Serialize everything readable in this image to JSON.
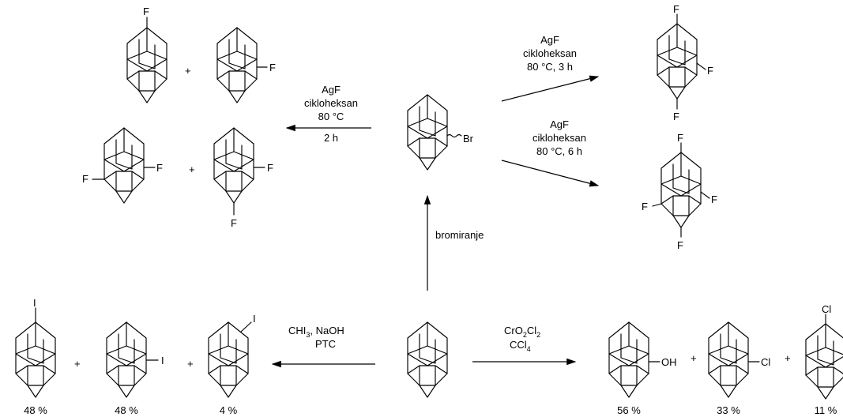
{
  "center_reagent": {
    "bromine_label": "Br"
  },
  "arrows": {
    "left_mono": {
      "line1": "AgF",
      "line2": "cikloheksan",
      "line3": "80 °C",
      "line4": "2 h"
    },
    "right_upper": {
      "line1": "AgF",
      "line2": "cikloheksan",
      "line3": "80 °C, 3 h"
    },
    "right_lower": {
      "line1": "AgF",
      "line2": "cikloheksan",
      "line3": "80 °C, 6 h"
    },
    "bromination": {
      "label": "bromiranje"
    },
    "iodination": {
      "line1_base": "CHI",
      "line1_sub": "3",
      "line1_rest": ", NaOH",
      "line2": "PTC"
    },
    "oxidation": {
      "cr": "CrO",
      "cr_sub1": "2",
      "cr_mid": "Cl",
      "cr_sub2": "2",
      "ccl": "CCl",
      "ccl_sub": "4"
    }
  },
  "atoms": {
    "F": "F",
    "I": "I",
    "Cl": "Cl",
    "OH": "OH"
  },
  "plus": "+",
  "yields": {
    "iodo_1": "48 %",
    "iodo_2": "48 %",
    "iodo_3": "4 %",
    "ox_oh": "56 %",
    "ox_cl": "33 %",
    "ox_cl2": "11 %"
  }
}
